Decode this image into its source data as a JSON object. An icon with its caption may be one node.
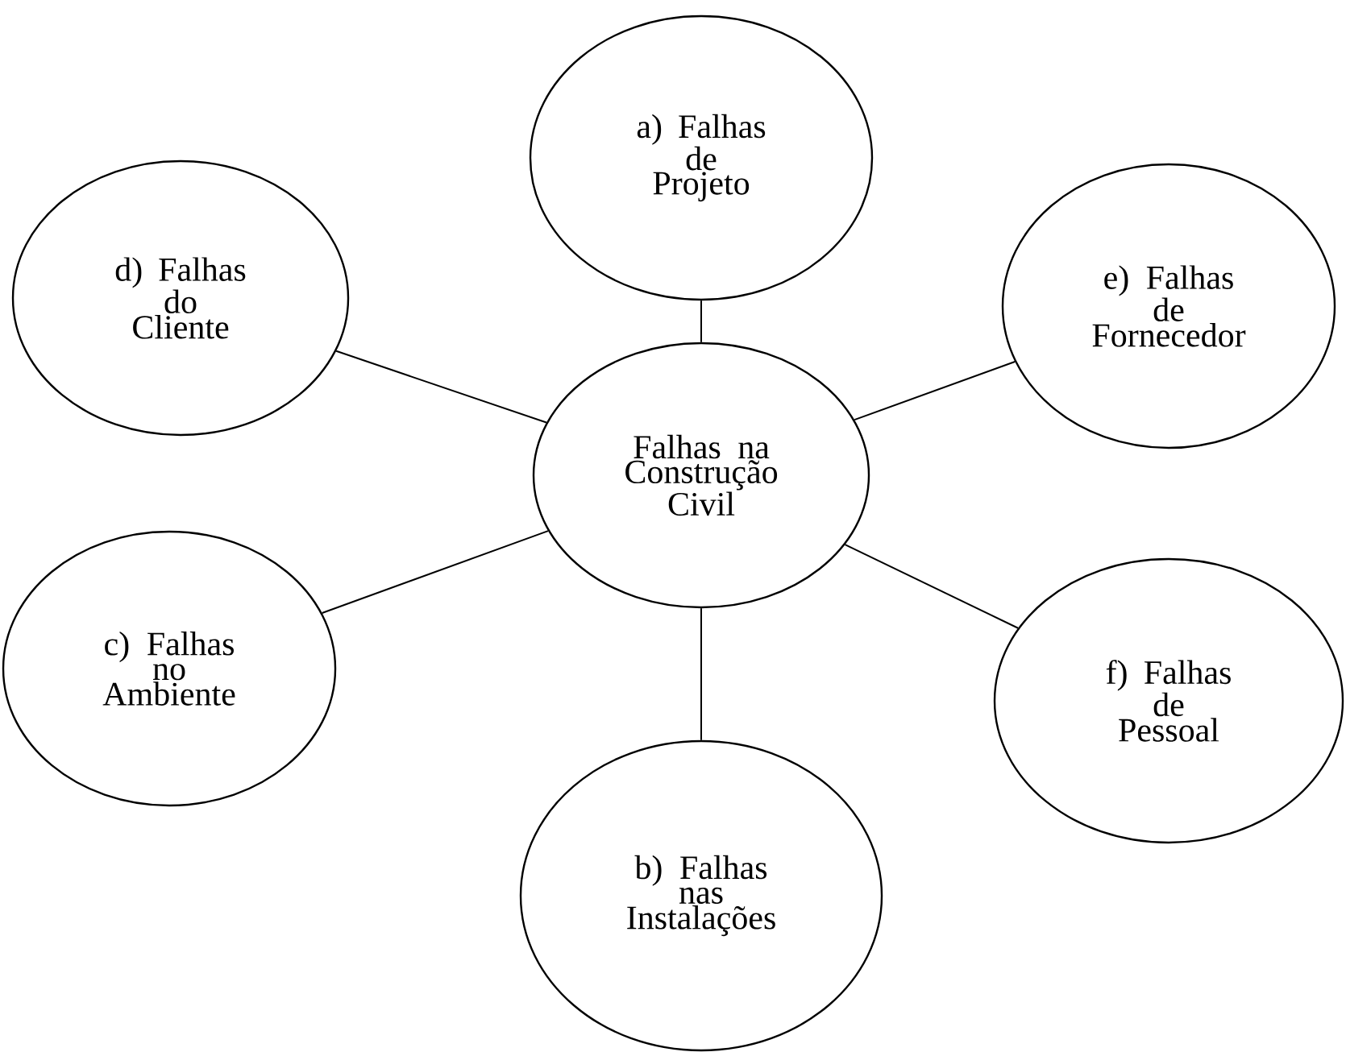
{
  "diagram": {
    "nodes": [
      {
        "text": [
          "Falhas na Construção Civil"
        ]
      },
      {
        "text": [
          "a) Falhas de Projeto"
        ]
      },
      {
        "text": [
          "d) Falhas do Cliente"
        ]
      },
      {
        "text": [
          "e) Falhas de Fornecedor"
        ]
      },
      {
        "text": [
          "c) Falhas no Ambiente"
        ]
      },
      {
        "text": [
          "f) Falhas de Pessoal"
        ]
      },
      {
        "text": [
          "b) Falhas nas Instalações"
        ]
      }
    ],
    "edges": [
      {
        "from": 0,
        "to": 1,
        "arrow": "none"
      },
      {
        "from": 0,
        "to": 2,
        "arrow": "none"
      },
      {
        "from": 0,
        "to": 3,
        "arrow": "none"
      },
      {
        "from": 0,
        "to": 4,
        "arrow": "none"
      },
      {
        "from": 0,
        "to": 5,
        "arrow": "none"
      },
      {
        "from": 0,
        "to": 6,
        "arrow": "none"
      }
    ]
  }
}
